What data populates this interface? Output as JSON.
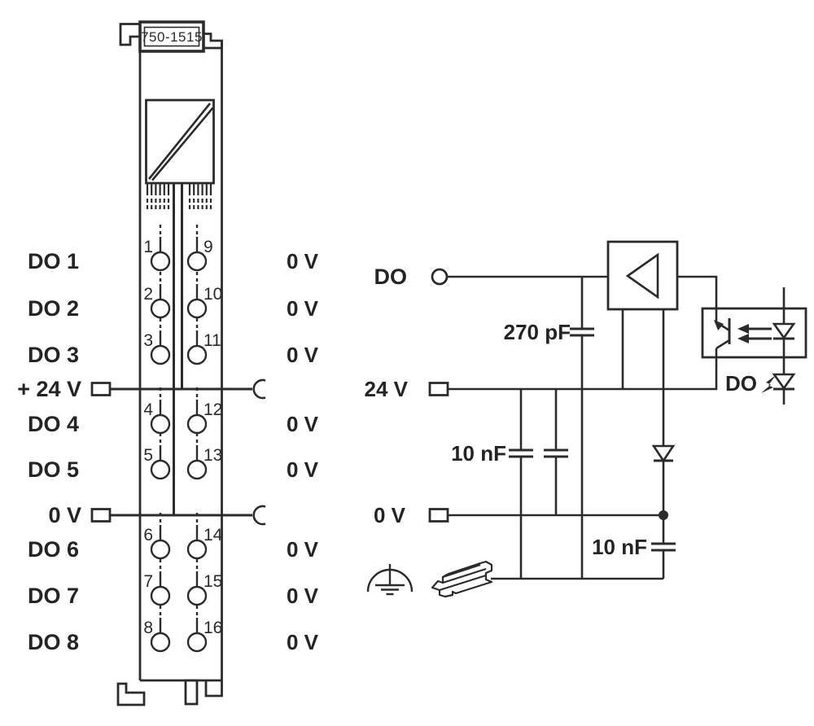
{
  "diagram": {
    "module": {
      "part_number": "750-1515",
      "rows": [
        {
          "label": "DO 1",
          "left_terminal": "1",
          "right_terminal": "9",
          "right_label": "0 V"
        },
        {
          "label": "DO 2",
          "left_terminal": "2",
          "right_terminal": "10",
          "right_label": "0 V"
        },
        {
          "label": "DO 3",
          "left_terminal": "3",
          "right_terminal": "11",
          "right_label": "0 V"
        },
        {
          "label": "DO 4",
          "left_terminal": "4",
          "right_terminal": "12",
          "right_label": "0 V"
        },
        {
          "label": "DO 5",
          "left_terminal": "5",
          "right_terminal": "13",
          "right_label": "0 V"
        },
        {
          "label": "DO 6",
          "left_terminal": "6",
          "right_terminal": "14",
          "right_label": "0 V"
        },
        {
          "label": "DO 7",
          "left_terminal": "7",
          "right_terminal": "15",
          "right_label": "0 V"
        },
        {
          "label": "DO 8",
          "left_terminal": "8",
          "right_terminal": "16",
          "right_label": "0 V"
        }
      ],
      "power_rows": [
        {
          "label": "+ 24 V"
        },
        {
          "label": "0 V"
        }
      ]
    },
    "schematic": {
      "do_input_label": "DO",
      "c270_label": "270 pF",
      "v24_label": "24 V",
      "c10nf_label": "10 nF",
      "v0_label": "0 V",
      "c10nf2_label": "10 nF",
      "do_led_label": "DO"
    },
    "symbols": {
      "terminal-circle": "cage-clamp terminal with dashed stem",
      "power-jumper-contact": "C-shaped arc at rail end",
      "capacitor": "two parallel plates",
      "diode": "down triangle with bar",
      "led": "down triangle with bar on vertical line",
      "optocoupler": "box with phototransistor, light arrows and led",
      "amplifier": "box with left-pointing triangle",
      "earth-ground": "stem with three bars under semicircle",
      "din-rail": "isometric hat-profile rail",
      "lightning-emission": "small bolt beside status led"
    },
    "colors": {
      "line": "#2b2b2b",
      "text": "#242424",
      "background": "#ffffff"
    }
  }
}
